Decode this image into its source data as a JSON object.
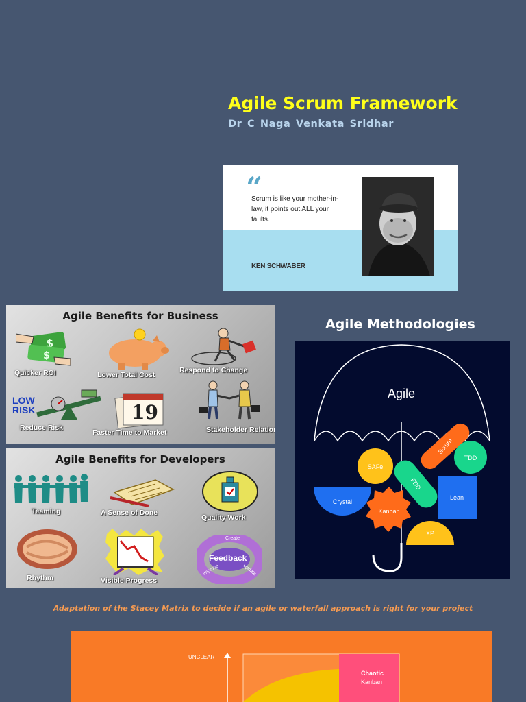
{
  "header": {
    "title": "Agile Scrum Framework",
    "author": "Dr C Naga Venkata Sridhar"
  },
  "quote": {
    "text": "Scrum is like your mother-in-law, it points out ALL your faults.",
    "author": "KEN SCHWABER"
  },
  "business_panel": {
    "title": "Agile Benefits for Business",
    "items": [
      "Quicker ROI",
      "Lower Total Cost",
      "Respond to  Change",
      "Reduce Risk",
      "Faster Time to Market",
      "Stakeholder Relations"
    ],
    "low_risk_label": "LOW RISK",
    "calendar_number": "19"
  },
  "developer_panel": {
    "title": "Agile Benefits for Developers",
    "items": [
      "Teaming",
      "A Sense of Done",
      "Quality Work",
      "Rhythm",
      "Visible Progress"
    ],
    "cycle_labels": [
      "Create",
      "Feedback",
      "Improve",
      "Update"
    ]
  },
  "methodologies": {
    "title": "Agile Methodologies",
    "umbrella_label": "Agile",
    "shapes": [
      "SAFe",
      "Scrum",
      "TDD",
      "Crystal",
      "XP",
      "Kanban",
      "Lean",
      "FDD"
    ],
    "colors": {
      "background": "#030b2e",
      "safe": "#ffc21a",
      "scrum": "#ff6b1a",
      "tdd": "#19d68c",
      "fdd": "#19d68c",
      "crystal": "#1f6ff0",
      "lean": "#1f6ff0",
      "kanban": "#ff6b1a",
      "xp": "#ffc21a"
    }
  },
  "stacey": {
    "caption": "Adaptation of the Stacey Matrix to decide if an agile or waterfall approach is right for your project",
    "axis_label": "UNCLEAR",
    "chaotic_label": "Chaotic",
    "chaotic_sub": "Kanban"
  }
}
